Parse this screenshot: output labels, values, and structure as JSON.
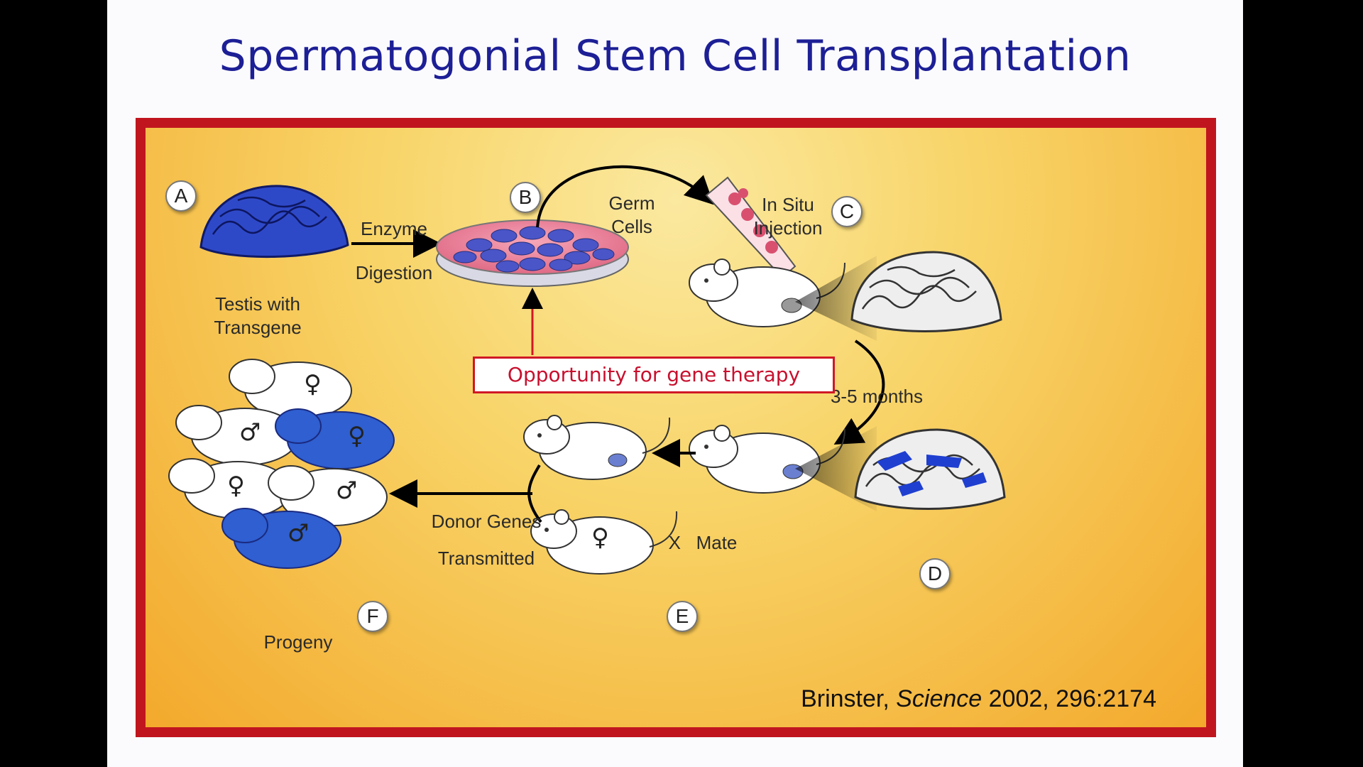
{
  "title": "Spermatogonial Stem Cell Transplantation",
  "badges": {
    "a": "A",
    "b": "B",
    "c": "C",
    "d": "D",
    "e": "E",
    "f": "F"
  },
  "labels": {
    "testis_line1": "Testis with",
    "testis_line2": "Transgene",
    "enzyme": "Enzyme",
    "digestion": "Digestion",
    "germ_line1": "Germ",
    "germ_line2": "Cells",
    "insitu_line1": "In Situ",
    "insitu_line2": "Injection",
    "months": "3-5 months",
    "mate": "X   Mate",
    "donor_line1": "Donor Genes",
    "donor_line2": "Transmitted",
    "progeny": "Progeny"
  },
  "callout": "Opportunity for gene therapy",
  "citation": {
    "author": "Brinster, ",
    "journal": "Science",
    "ref": " 2002, 296:2174"
  },
  "symbols": {
    "female": "♀",
    "male": "♂"
  },
  "colors": {
    "title": "#1d1f96",
    "frame": "#c0151f",
    "callout": "#c8102e",
    "donor_blue": "#2f5fd0"
  }
}
